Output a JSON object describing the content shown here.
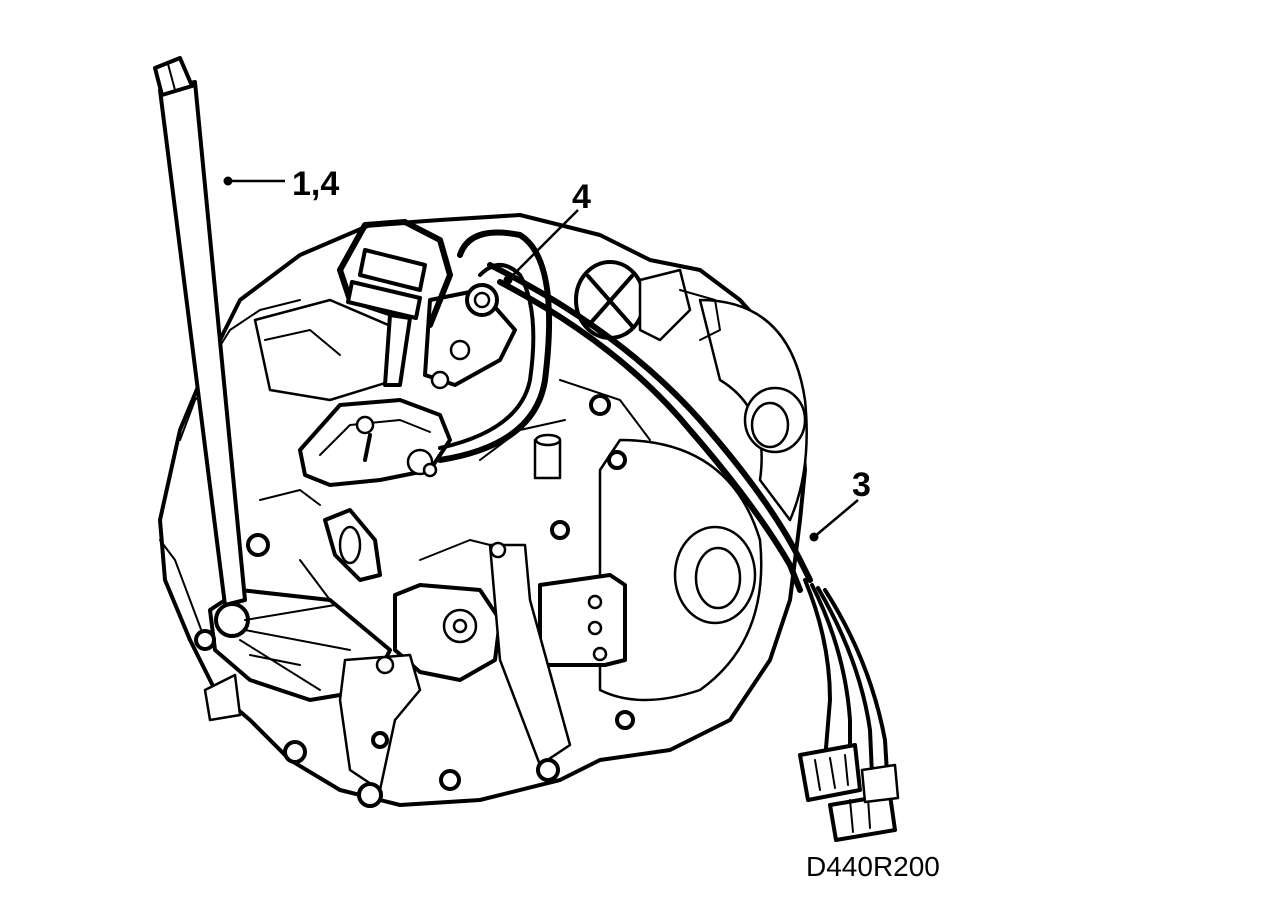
{
  "callouts": {
    "label_1_4": "1,4",
    "label_4": "4",
    "label_3": "3"
  },
  "figure_code": "D440R200"
}
